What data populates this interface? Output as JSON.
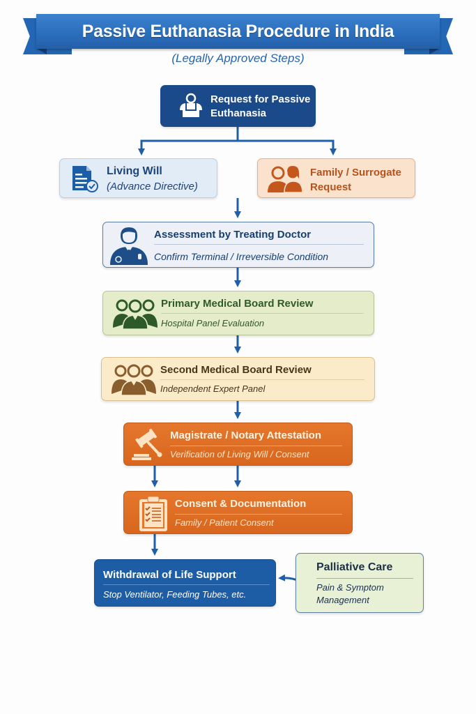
{
  "header": {
    "title": "Passive Euthanasia Procedure in India",
    "subtitle": "(Legally Approved Steps)",
    "banner_color": "#2a6dbb"
  },
  "steps": {
    "request": {
      "title": "Request for Passive Euthanasia",
      "icon": "patient-icon"
    },
    "living_will": {
      "title": "Living Will",
      "subtitle": "(Advance Directive)",
      "icon": "document-check-icon"
    },
    "family": {
      "title": "Family / Surrogate Request",
      "icon": "family-icon"
    },
    "assessment": {
      "title": "Assessment by Treating Doctor",
      "subtitle": "Confirm Terminal / Irreversible Condition",
      "icon": "doctor-icon"
    },
    "primary_board": {
      "title": "Primary Medical Board Review",
      "subtitle": "Hospital Panel Evaluation",
      "icon": "medical-team-icon"
    },
    "second_board": {
      "title": "Second Medical Board Review",
      "subtitle": "Independent Expert Panel",
      "icon": "medical-team-icon"
    },
    "magistrate": {
      "title": "Magistrate / Notary Attestation",
      "subtitle": "Verification of Living Will / Consent",
      "icon": "gavel-icon"
    },
    "consent": {
      "title": "Consent & Documentation",
      "subtitle": "Family / Patient Consent",
      "icon": "clipboard-checklist-icon"
    },
    "withdrawal": {
      "title": "Withdrawal of Life Support",
      "subtitle": "Stop Ventilator, Feeding Tubes, etc."
    },
    "palliative": {
      "title": "Palliative Care",
      "subtitle": "Pain & Symptom Management"
    }
  },
  "colors": {
    "navy": "#1a4a8a",
    "arrow": "#1f5ea8",
    "orange": "#e06f26",
    "green_bg": "#e5ecc9",
    "tan_bg": "#fbebc8"
  }
}
